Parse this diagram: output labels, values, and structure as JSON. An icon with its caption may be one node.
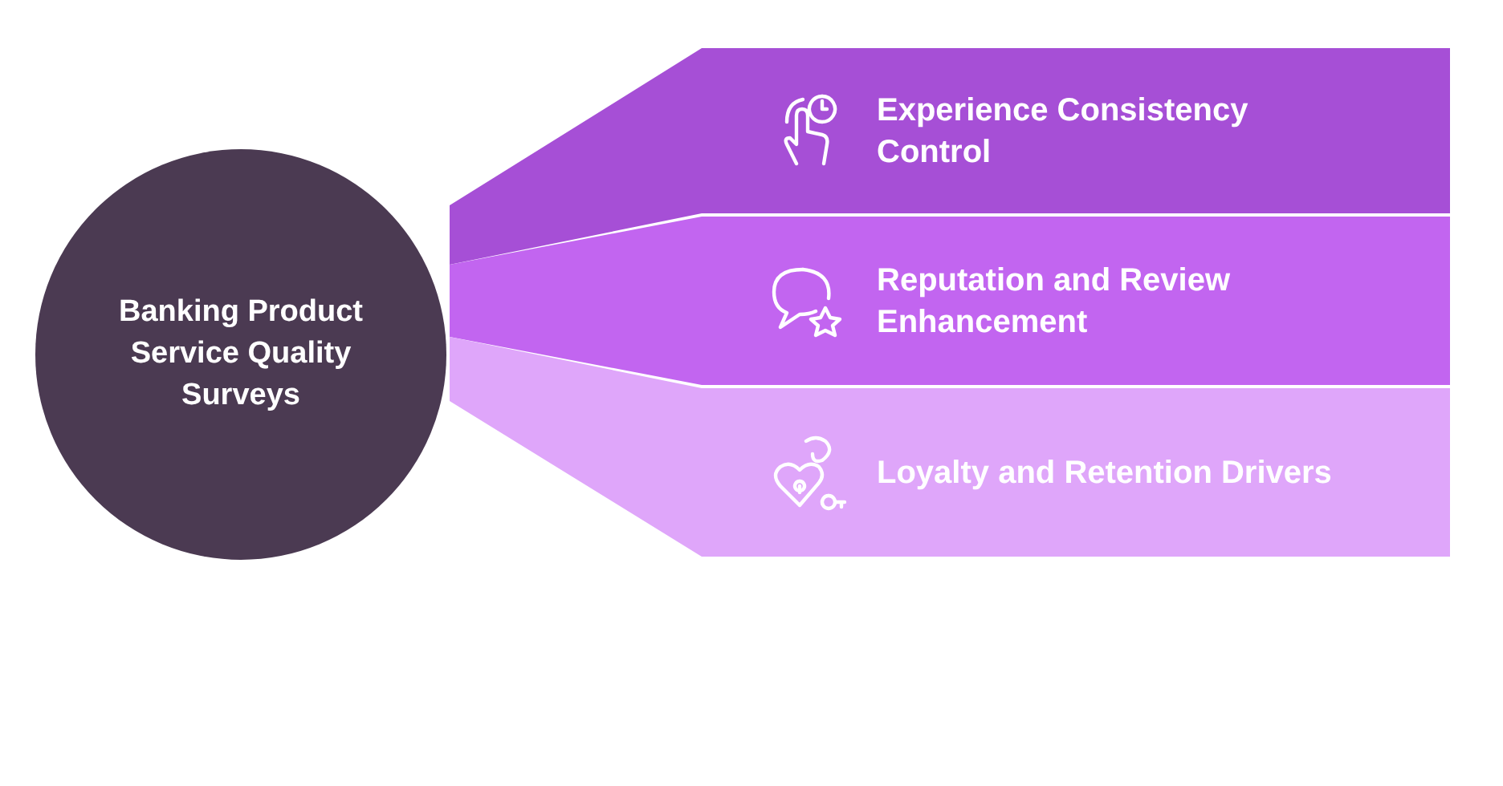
{
  "diagram": {
    "nodes": [
      {
        "text": [
          "Banking Product Service Quality Surveys"
        ]
      },
      {
        "text": [
          "Experience Consistency Control"
        ]
      },
      {
        "text": [
          "Reputation and Review Enhancement"
        ]
      },
      {
        "text": [
          "Loyalty and Retention Drivers"
        ]
      }
    ]
  }
}
